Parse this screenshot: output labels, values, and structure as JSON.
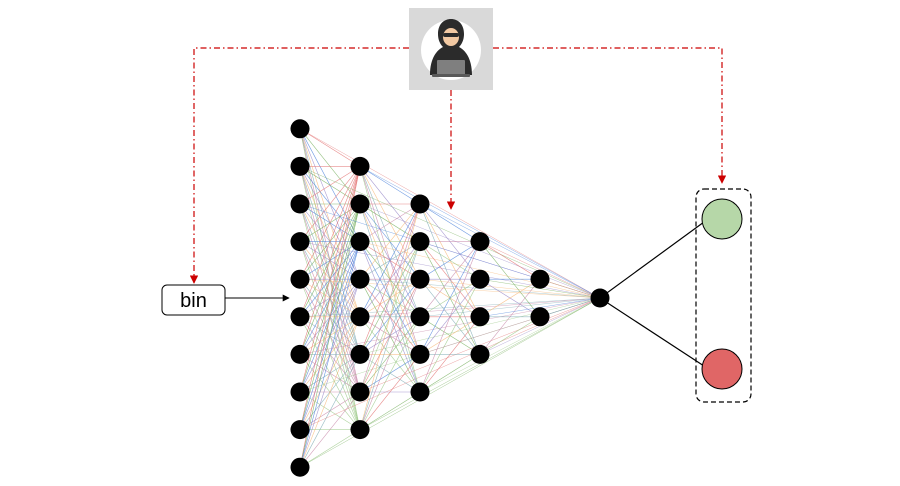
{
  "input_box": {
    "label": "bin"
  },
  "attacker": {
    "icon": "hacker-icon",
    "panel_color": "#d9d9d9"
  },
  "network": {
    "layer_sizes": [
      10,
      8,
      6,
      4,
      2,
      1
    ],
    "node_color": "#000000",
    "edge_colors": [
      "#e06666",
      "#6aa84f",
      "#3c78d8",
      "#8e7cc3",
      "#f6b26b",
      "#76a5af",
      "#c27ba0",
      "#93c47d"
    ]
  },
  "outputs": [
    {
      "name": "output-class-green",
      "color": "#b6d7a8"
    },
    {
      "name": "output-class-red",
      "color": "#e06666"
    }
  ],
  "attack_arrow_color": "#cc0000"
}
